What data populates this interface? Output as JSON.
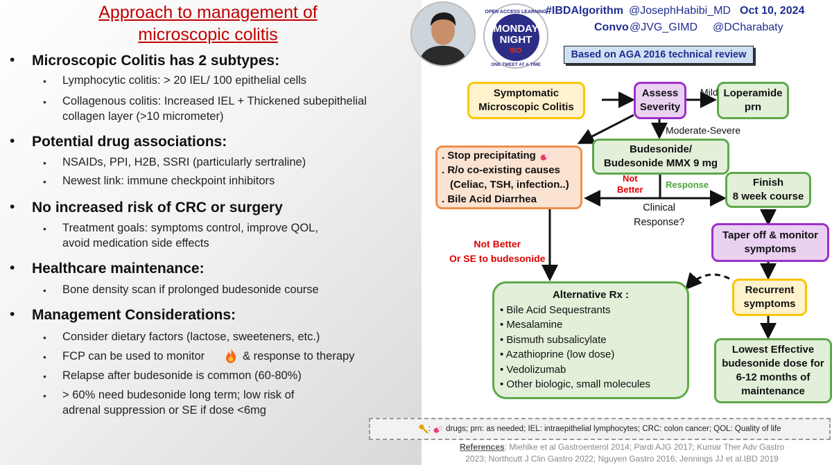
{
  "title": {
    "line1": "Approach to management of",
    "line2": "microscopic colitis"
  },
  "sections": [
    {
      "heading": "Microscopic Colitis has 2 subtypes:",
      "items": [
        "Lymphocytic colitis: > 20 IEL/ 100 epithelial cells",
        "Collagenous colitis: Increased IEL + Thickened subepithelial",
        "collagen layer (>10 micrometer)"
      ]
    },
    {
      "heading": "Potential drug associations:",
      "items": [
        "NSAIDs, PPI, H2B, SSRI (particularly sertraline)",
        "Newest link: immune checkpoint inhibitors"
      ]
    },
    {
      "heading": "No increased risk of CRC or surgery",
      "items": [
        "Treatment goals: symptoms control, improve QOL,",
        "avoid medication side effects"
      ]
    },
    {
      "heading": "Healthcare maintenance:",
      "items": [
        "Bone density scan if prolonged budesonide course"
      ]
    },
    {
      "heading": "Management Considerations:",
      "items": [
        "Consider dietary factors (lactose, sweeteners, etc.)",
        "FCP can be used to monitor",
        "& response to therapy",
        "Relapse after budesonide is common (60-80%)",
        "> 60% need budesonide long term; low risk of",
        "adrenal suppression or SE if dose <6mg"
      ]
    }
  ],
  "header": {
    "hashtag": "#IBDAlgorithm",
    "handle1": "@JosephHabibi_MD",
    "date": "Oct 10, 2024",
    "convo": "Convo",
    "handle2": "@JVG_GIMD",
    "handle3": "@DCharabaty",
    "based_on": "Based on AGA 2016 technical review"
  },
  "logo": {
    "top": "OPEN ACCESS LEARNING",
    "line1": "MONDAY",
    "line2": "NIGHT",
    "ibd": "IBD",
    "bottom": "ONE TWEET AT A TIME"
  },
  "boxes": {
    "symptomatic": [
      "Symptomatic",
      "Microscopic Colitis"
    ],
    "assess": [
      "Assess",
      "Severity"
    ],
    "loperamide": [
      "Loperamide",
      "prn"
    ],
    "budesonide": [
      "Budesonide/",
      "Budesonide MMX 9 mg"
    ],
    "stop": [
      ". Stop precipitating",
      ". R/o co-existing causes",
      "(Celiac, TSH, infection..)",
      ". Bile Acid Diarrhea"
    ],
    "finish": [
      "Finish",
      "8 week course"
    ],
    "taper": [
      "Taper off & monitor",
      "symptoms"
    ],
    "recurrent": [
      "Recurrent",
      "symptoms"
    ],
    "lowest": [
      "Lowest Effective",
      "budesonide dose for",
      "6-12 months of",
      "maintenance"
    ],
    "alt_title": "Alternative Rx :",
    "alt_items": [
      "Bile Acid Sequestrants",
      "Mesalamine",
      "Bismuth subsalicylate",
      "Azathioprine (low dose)",
      "Vedolizumab",
      "Other biologic, small molecules"
    ]
  },
  "labels": {
    "mild": "Mild",
    "mod": "Moderate-Severe",
    "not_better": [
      "Not",
      "Better"
    ],
    "response": "Response",
    "clinical": [
      "Clinical",
      "Response?"
    ],
    "not_better2": [
      "Not Better",
      "Or SE to budesonide"
    ]
  },
  "legend": "drugs; prn: as needed; IEL: intraepithelial lymphocytes; CRC: colon cancer; QOL: Quality of life",
  "references": {
    "label": "References",
    "line1": ": Miehlke et al Gastroenterol 2014; Pardi AJG 2017; Kumar Ther Adv Gastro",
    "line2": "2023; Northcutt J Clin Gastro 2022; Nguyen Gastro 2016; Jennings JJ et al.IBD 2019"
  },
  "colors": {
    "title": "#c00000",
    "header": "#1f2d8f",
    "yellow": "#f7c600",
    "purple": "#9b30c9",
    "green": "#5fa84a",
    "orange": "#ef8d4c",
    "red": "#e00000"
  },
  "icons": [
    "pill-icon",
    "fire-icon",
    "key-icon"
  ]
}
